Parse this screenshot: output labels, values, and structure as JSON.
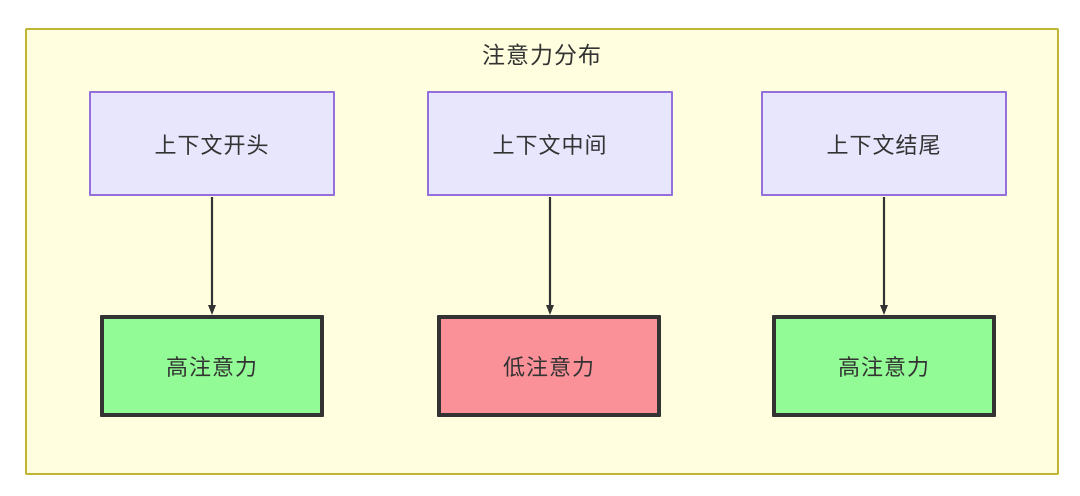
{
  "diagram": {
    "title": "注意力分布",
    "colors": {
      "container_fill": "#ffffe0",
      "container_border": "#bfb634",
      "source_fill": "#e8e6fd",
      "source_border": "#9370db",
      "high_fill": "#92fb96",
      "low_fill": "#fb9198",
      "result_border": "#333333",
      "text": "#333333",
      "edge": "#333333"
    },
    "nodes": {
      "context_start": "上下文开头",
      "context_middle": "上下文中间",
      "context_end": "上下文结尾",
      "attention_high_1": "高注意力",
      "attention_low": "低注意力",
      "attention_high_2": "高注意力"
    },
    "edges": [
      {
        "from": "上下文开头",
        "to": "高注意力",
        "label": ""
      },
      {
        "from": "上下文中间",
        "to": "低注意力",
        "label": ""
      },
      {
        "from": "上下文结尾",
        "to": "高注意力",
        "label": ""
      }
    ]
  }
}
